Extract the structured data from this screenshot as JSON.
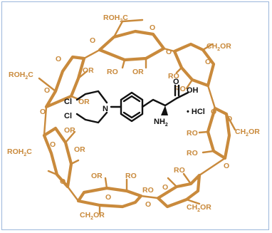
{
  "units": [
    {
      "id": "u1",
      "labels": [
        "ROH",
        "C",
        "O",
        "OR",
        "OR"
      ]
    },
    {
      "id": "u2",
      "labels": [
        "CH",
        "OR",
        "O",
        "RO",
        "RO"
      ]
    },
    {
      "id": "u3",
      "labels": [
        "CH",
        "OR",
        "O",
        "RO",
        "RO"
      ]
    },
    {
      "id": "u4",
      "labels": [
        "CH",
        "OR",
        "O",
        "RO",
        "RO"
      ]
    },
    {
      "id": "u5",
      "labels": [
        "RO",
        "O",
        "OR",
        "CH",
        "OR"
      ]
    },
    {
      "id": "u6",
      "labels": [
        "ROH",
        "C",
        "O",
        "OR",
        "OR"
      ]
    },
    {
      "id": "u7",
      "labels": [
        "ROH",
        "C",
        "O",
        "OR",
        "OR"
      ]
    }
  ],
  "ring_labels": {
    "top": {
      "main": "ROH",
      "sub": "2",
      "tail": "C"
    },
    "top_right": {
      "main": "CH",
      "sub": "2",
      "tail": "OR"
    },
    "right": {
      "main": "CH",
      "sub": "2",
      "tail": "OR"
    },
    "bottom_right": {
      "main": "CH",
      "sub": "2",
      "tail": "OR"
    },
    "bottom": {
      "main": "CH",
      "sub": "2",
      "tail": "OR"
    },
    "left_lower": {
      "main": "ROH",
      "sub": "2",
      "tail": "C"
    },
    "left_upper": {
      "main": "ROH",
      "sub": "2",
      "tail": "C"
    },
    "o": "O",
    "or": "OR",
    "ro": "RO"
  },
  "guest": {
    "cl1": "Cl",
    "cl2": "Cl",
    "n": "N",
    "oh": "OH",
    "o": "O",
    "nh": "NH",
    "nh_sub": "2",
    "hcl": "• HCl"
  },
  "colors": {
    "ring": "#c98a3c",
    "molecule": "#111111",
    "frame": "#9cb7db"
  }
}
